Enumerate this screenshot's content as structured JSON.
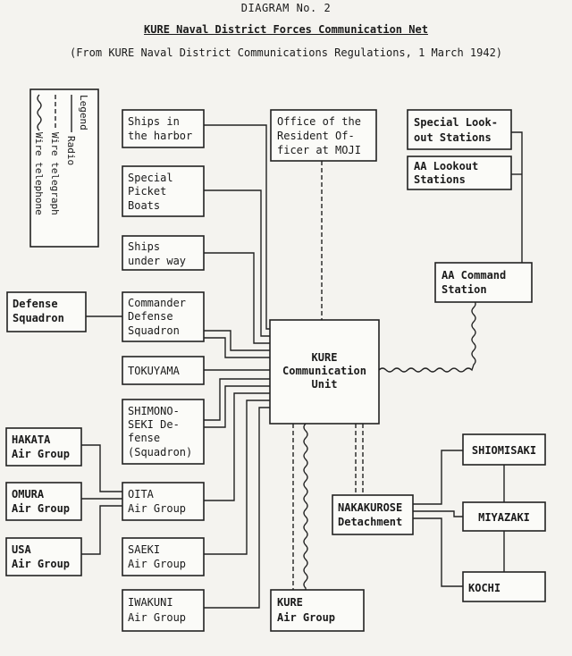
{
  "header": {
    "diagram_no": "DIAGRAM No. 2",
    "title": "KURE Naval District Forces Communication Net",
    "subtitle": "(From KURE Naval District Communications Regulations, 1 March 1942)"
  },
  "legend": {
    "title": "Legend",
    "items": [
      "Radio",
      "Wire telegraph",
      "Wire telephone"
    ]
  },
  "nodes": {
    "ships_harbor": [
      "Ships in",
      "the harbor"
    ],
    "moji": [
      "Office of the",
      "Resident Of-",
      "ficer at MOJI"
    ],
    "special_lookout": [
      "Special Look-",
      "out Stations"
    ],
    "aa_lookout": [
      "AA Lookout",
      "Stations"
    ],
    "special_picket": [
      "Special",
      "Picket",
      "Boats"
    ],
    "ships_underway": [
      "Ships",
      "under way"
    ],
    "aa_command": [
      "AA Command",
      "Station"
    ],
    "defense_squadron": [
      "Defense",
      "Squadron"
    ],
    "cmdr_defense": [
      "Commander",
      "Defense",
      "Squadron"
    ],
    "kure_unit": [
      "KURE",
      "Communication",
      "Unit"
    ],
    "tokuyama": [
      "TOKUYAMA"
    ],
    "shimonoseki": [
      "SHIMONO-",
      "SEKI De-",
      "fense",
      "(Squadron)"
    ],
    "hakata": [
      "HAKATA",
      "Air Group"
    ],
    "shiomisaki": [
      "SHIOMISAKI"
    ],
    "omura": [
      "OMURA",
      "Air Group"
    ],
    "oita": [
      "OITA",
      "Air Group"
    ],
    "nakakurose": [
      "NAKAKUROSE",
      "Detachment"
    ],
    "miyazaki": [
      "MIYAZAKI"
    ],
    "usa": [
      "USA",
      "Air Group"
    ],
    "saeki": [
      "SAEKI",
      "Air Group"
    ],
    "kochi": [
      "KOCHI"
    ],
    "iwakuni": [
      "IWAKUNI",
      "Air Group"
    ],
    "kure_air": [
      "KURE",
      "Air Group"
    ]
  }
}
